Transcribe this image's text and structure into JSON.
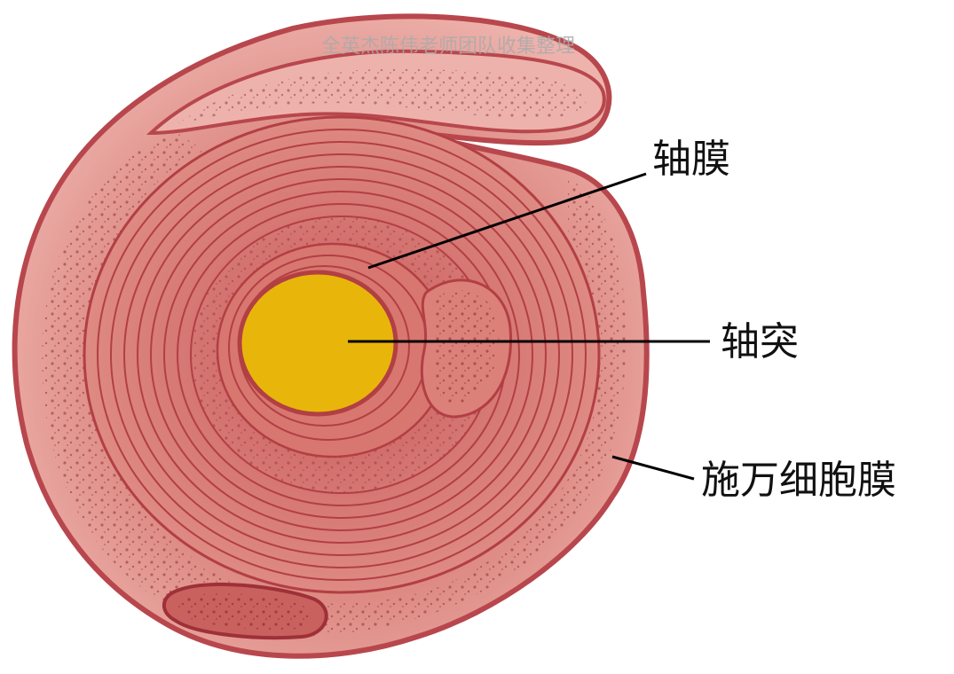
{
  "labels": {
    "axolemma": "轴膜",
    "axon": "轴突",
    "schwann_membrane": "施万细胞膜"
  },
  "watermark": "全英杰陈伟老师团队收集整理",
  "colors": {
    "outer_membrane": "#b8474d",
    "cytoplasm": "#e9a39d",
    "myelin_light": "#d9786f",
    "myelin_line": "#b23f44",
    "axon_fill": "#e8b60a",
    "leader_line": "#000000"
  }
}
